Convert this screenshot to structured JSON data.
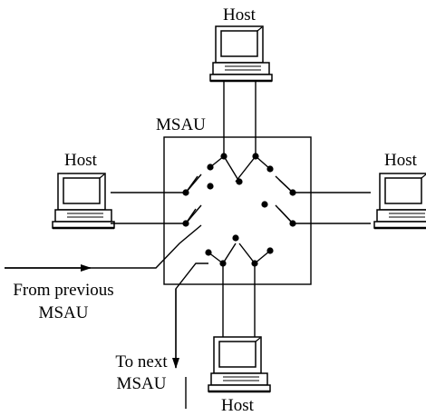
{
  "labels": {
    "top_host": "Host",
    "left_host": "Host",
    "right_host": "Host",
    "bottom_host": "Host",
    "msau": "MSAU",
    "from_line1": "From previous",
    "from_line2": "MSAU",
    "to_line1": "To next",
    "to_line2": "MSAU"
  },
  "icons": [
    "computer-icon"
  ],
  "colors": {
    "line": "#000000",
    "background": "#ffffff"
  }
}
